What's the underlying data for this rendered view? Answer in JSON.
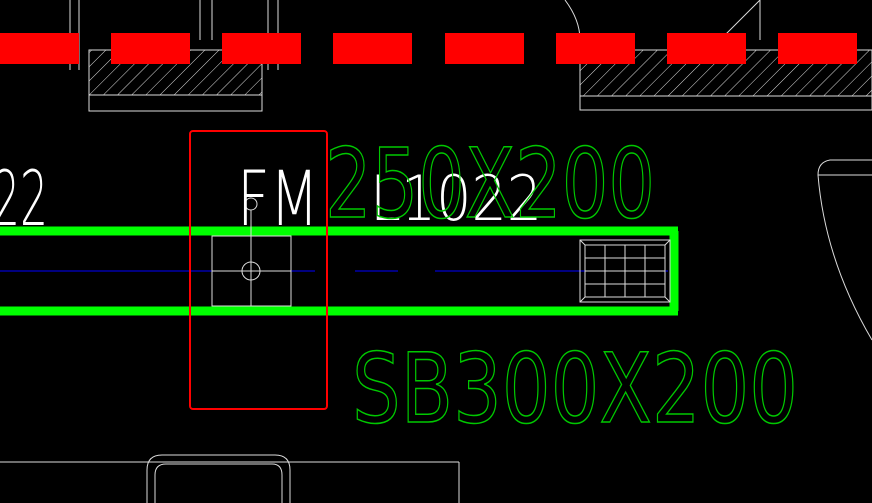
{
  "colors": {
    "background": "#000000",
    "white": "#ffffff",
    "red": "#ff0000",
    "green": "#00ff00",
    "green_text": "#00c800",
    "blue": "#0000ff",
    "dim_white": "#dcdcdc"
  },
  "labels": {
    "fm": "FM",
    "dim_top": "250X200",
    "overlap_code": "L1022",
    "left_code": "22",
    "dim_bottom": "SB300X200"
  },
  "icons": {
    "grille": "grille-icon",
    "valve": "fire-damper-icon"
  }
}
